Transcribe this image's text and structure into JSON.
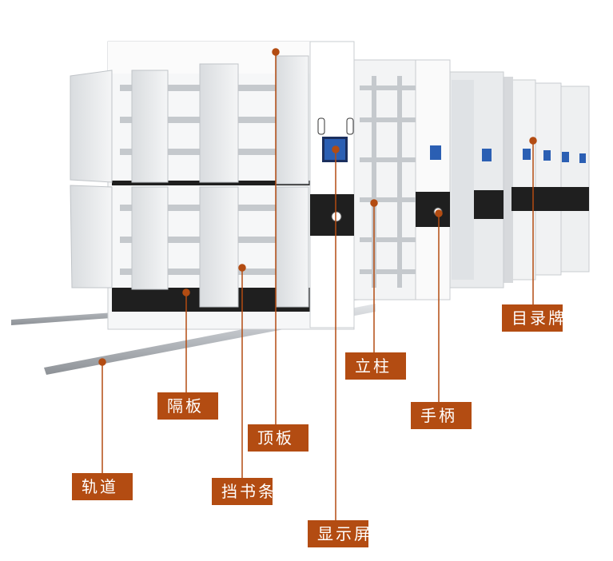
{
  "labels": {
    "track": "轨道",
    "shelf": "隔板",
    "top_panel": "顶板",
    "book_stop": "挡书条",
    "display": "显示屏",
    "post": "立柱",
    "handle": "手柄",
    "directory_plate": "目录牌"
  },
  "colors": {
    "label_bg": "#b34c12",
    "leader_line": "#b34c12",
    "cabinet_body": "#eceeef",
    "cabinet_shadow": "#c9ccd0",
    "cabinet_dark": "#1f1f1f",
    "screen_blue": "#2b5fb3",
    "rail": "#a9adb2"
  }
}
